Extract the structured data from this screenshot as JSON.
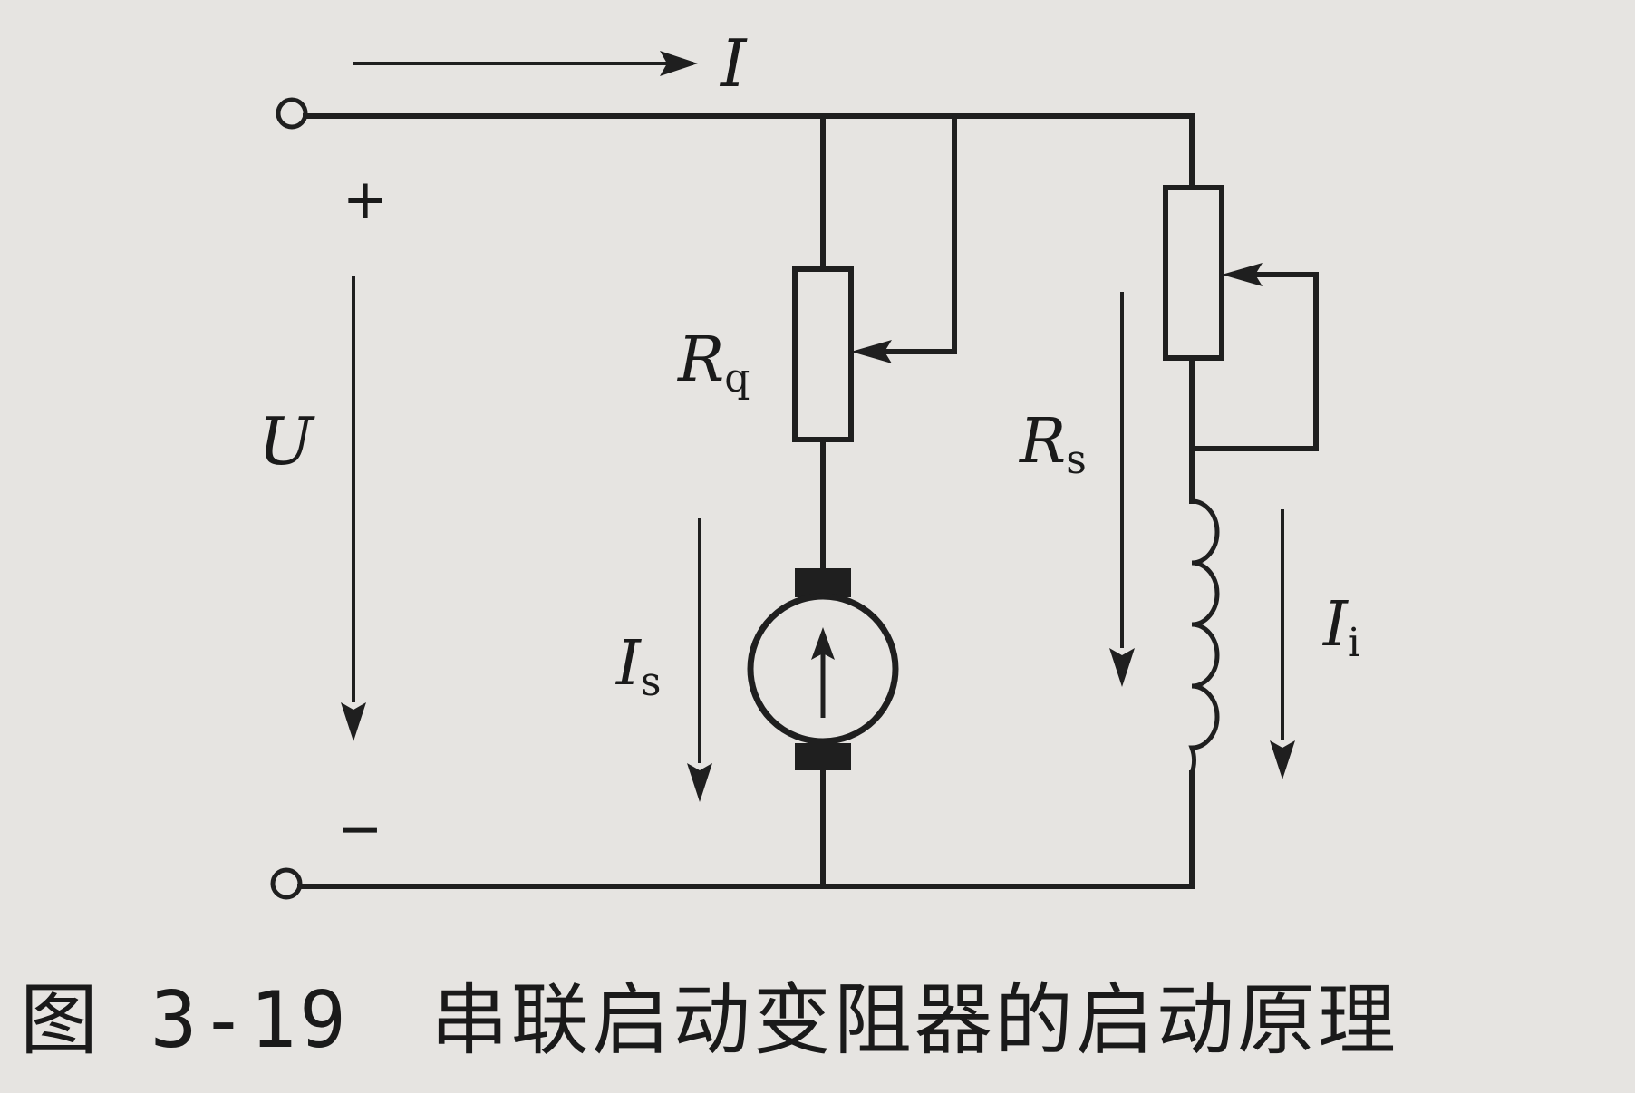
{
  "labels": {
    "current_total": "I",
    "voltage": "U",
    "plus": "+",
    "minus": "−",
    "resistor_start": {
      "main": "R",
      "sub": "q"
    },
    "resistor_field": {
      "main": "R",
      "sub": "s"
    },
    "armature_current": {
      "main": "I",
      "sub": "s"
    },
    "field_current": {
      "main": "I",
      "sub": "i"
    }
  },
  "caption": {
    "number": "图 3-19",
    "title": "串联启动变阻器的启动原理"
  }
}
